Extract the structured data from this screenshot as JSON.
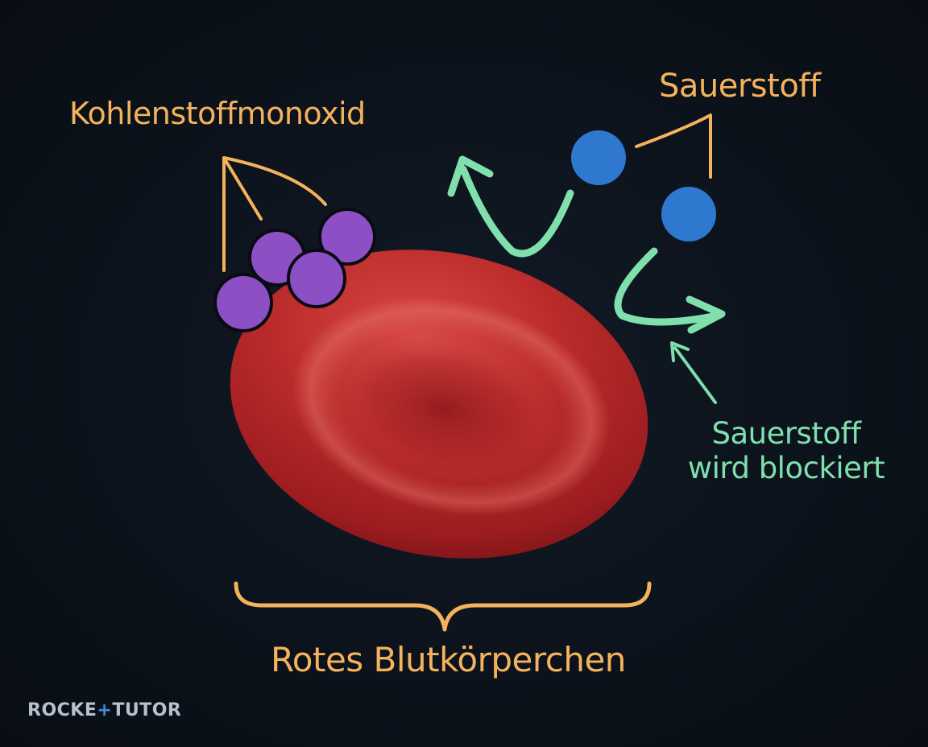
{
  "labels": {
    "carbon_monoxide": "Kohlenstoffmonoxid",
    "oxygen": "Sauerstoff",
    "oxygen_blocked_line1": "Sauerstoff",
    "oxygen_blocked_line2": "wird blockiert",
    "red_blood_cell": "Rotes Blutkörperchen"
  },
  "brand": {
    "part1": "ROCKE",
    "plus": "+",
    "part2": "TUTOR"
  },
  "colors": {
    "background": "#0c131d",
    "label_orange": "#f5b25c",
    "label_green": "#7fe0ad",
    "co_molecule": "#8c4fc4",
    "oxygen_molecule": "#2f78cf",
    "cell_red": "#b3282a"
  }
}
